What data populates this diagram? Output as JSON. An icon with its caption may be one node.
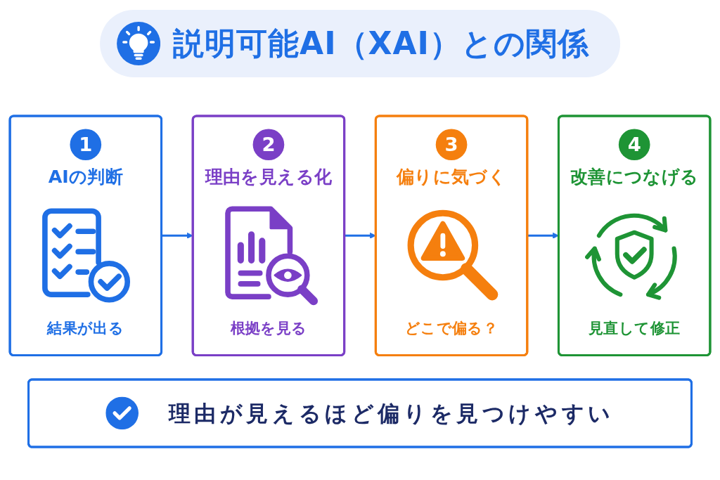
{
  "diagram": {
    "title": "説明可能AI（XAI）との関係",
    "nodes": [
      {
        "text": [
          "1",
          "AIの判断",
          "結果が出る"
        ]
      },
      {
        "text": [
          "2",
          "理由を見える化",
          "根拠を見る"
        ]
      },
      {
        "text": [
          "3",
          "偏りに気づく",
          "どこで偏る？"
        ]
      },
      {
        "text": [
          "4",
          "改善につなげる",
          "見直して修正"
        ]
      },
      {
        "text": [
          "理由が見えるほど偏りを見つけやすい"
        ]
      }
    ],
    "edges": [
      {
        "from": 0,
        "to": 1,
        "arrow": "to"
      },
      {
        "from": 1,
        "to": 2,
        "arrow": "to"
      },
      {
        "from": 2,
        "to": 3,
        "arrow": "to"
      }
    ]
  }
}
